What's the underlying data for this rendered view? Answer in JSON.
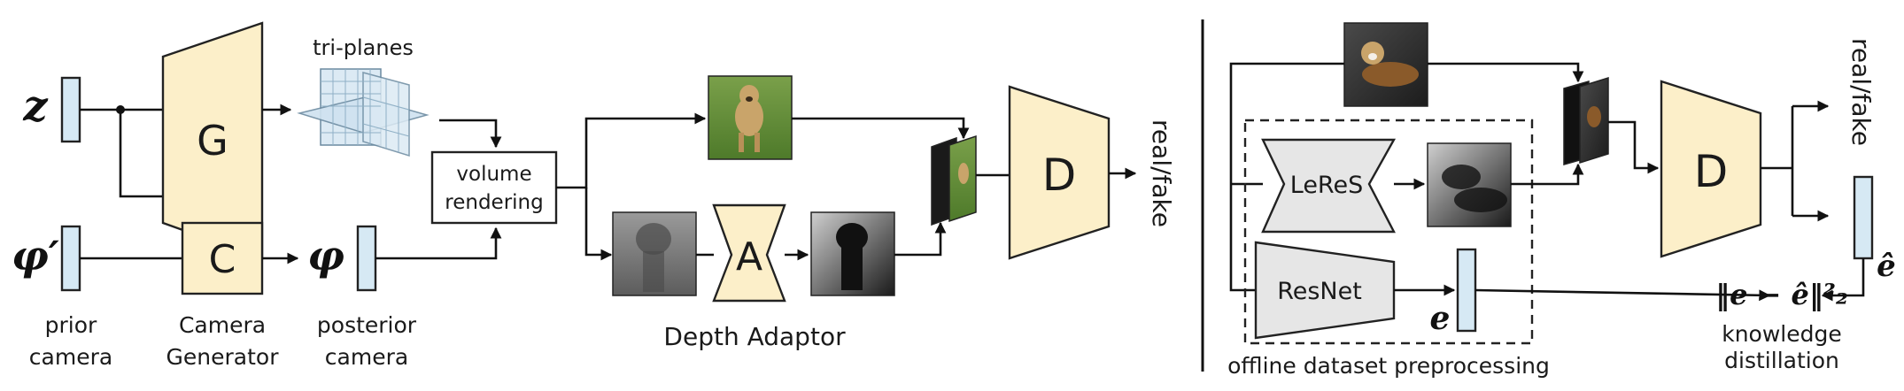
{
  "left": {
    "z_symbol": "z",
    "phi_prime_symbol": "φ′",
    "phi_symbol": "φ",
    "generator_label": "G",
    "triplanes_label": "tri-planes",
    "camera_generator_label": "C",
    "volume_rendering_line1": "volume",
    "volume_rendering_line2": "rendering",
    "adaptor_label": "A",
    "depth_adaptor_caption": "Depth Adaptor",
    "discriminator_label": "D",
    "output_label": "real/fake",
    "prior_camera_line1": "prior",
    "prior_camera_line2": "camera",
    "camera_generator_line1": "Camera",
    "camera_generator_line2": "Generator",
    "posterior_camera_line1": "posterior",
    "posterior_camera_line2": "camera"
  },
  "right": {
    "leres_label": "LeReS",
    "resnet_label": "ResNet",
    "e_symbol": "e",
    "offline_caption": "offline dataset preprocessing",
    "discriminator_label": "D",
    "output_label": "real/fake",
    "e_hat_symbol": "ê",
    "loss_formula": "‖e − ê‖²₂",
    "kd_line1": "knowledge",
    "kd_line2": "distillation"
  },
  "colors": {
    "network_fill": "#fcefc9",
    "pretrained_fill": "#e6e6e6",
    "vector_fill": "#d6e9f4",
    "triplane_fill": "#dceaf4"
  },
  "icons": [
    "dog-photo-icon",
    "depth-map-icon",
    "image-stack-icon",
    "tri-planes-icon"
  ]
}
